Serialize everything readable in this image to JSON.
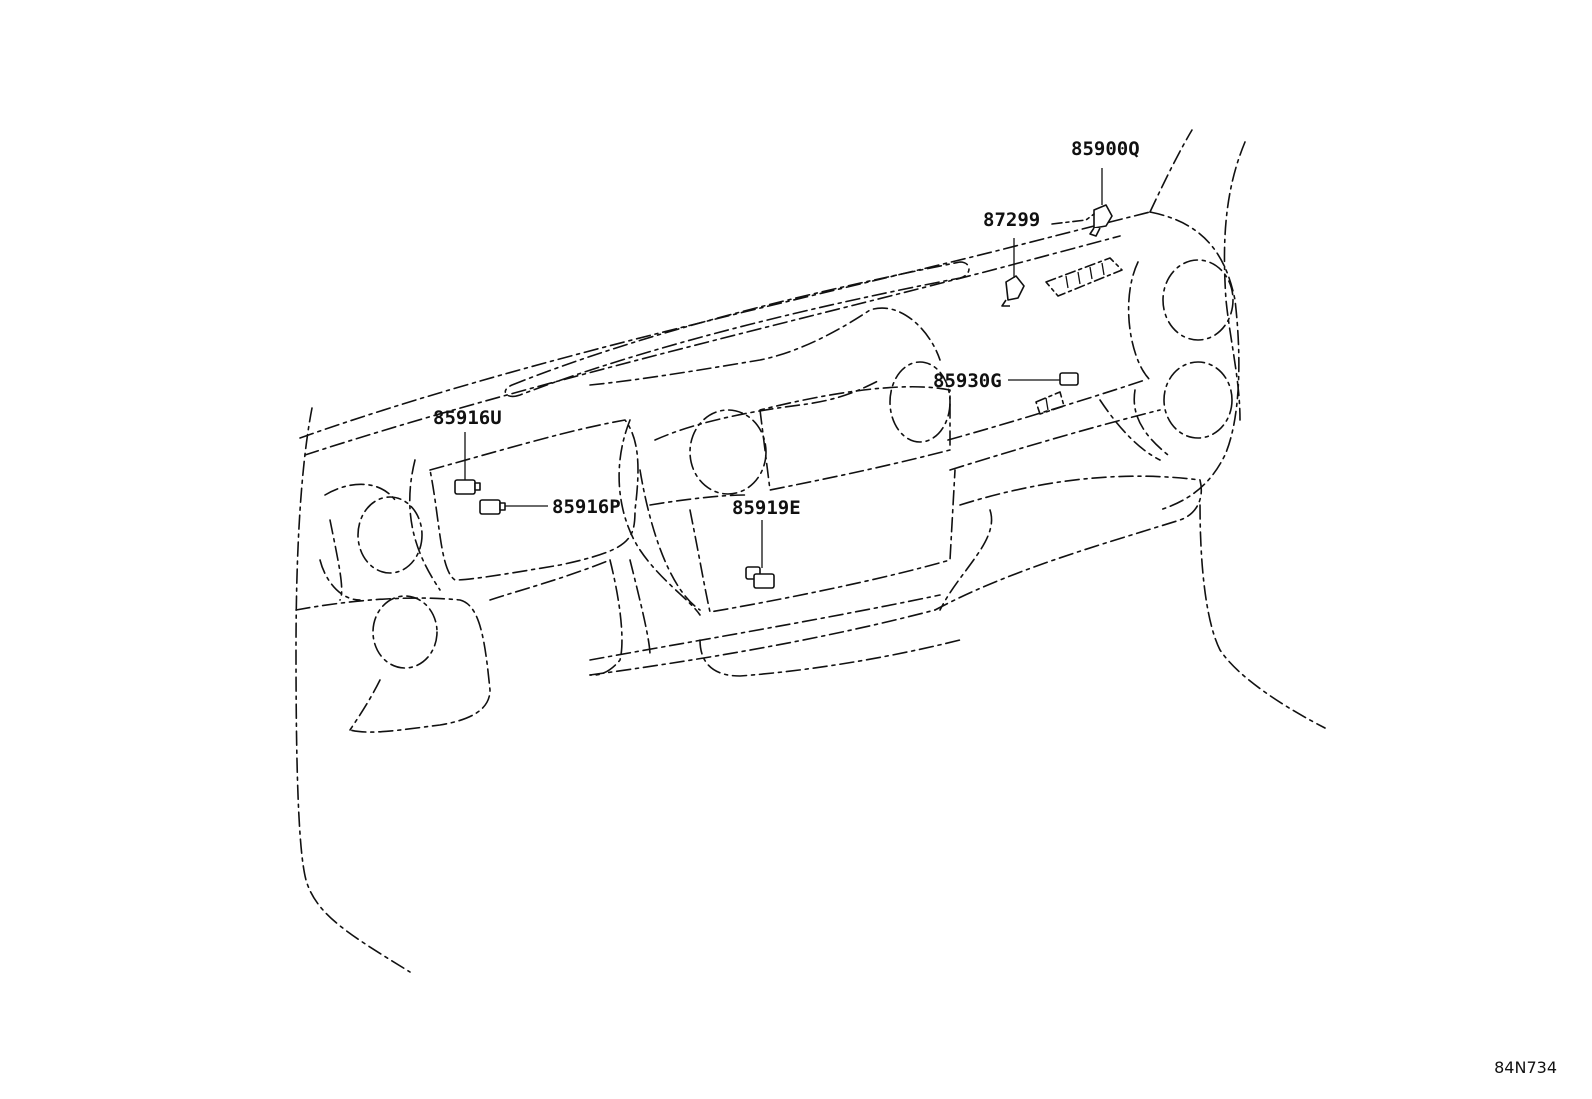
{
  "diagram": {
    "parts": [
      {
        "id": "part-85900q",
        "label": "85900Q"
      },
      {
        "id": "part-87299",
        "label": "87299"
      },
      {
        "id": "part-85930g",
        "label": "85930G"
      },
      {
        "id": "part-85916u",
        "label": "85916U"
      },
      {
        "id": "part-85916p",
        "label": "85916P"
      },
      {
        "id": "part-85919e",
        "label": "85919E"
      }
    ],
    "diagram_id": "84N734"
  }
}
